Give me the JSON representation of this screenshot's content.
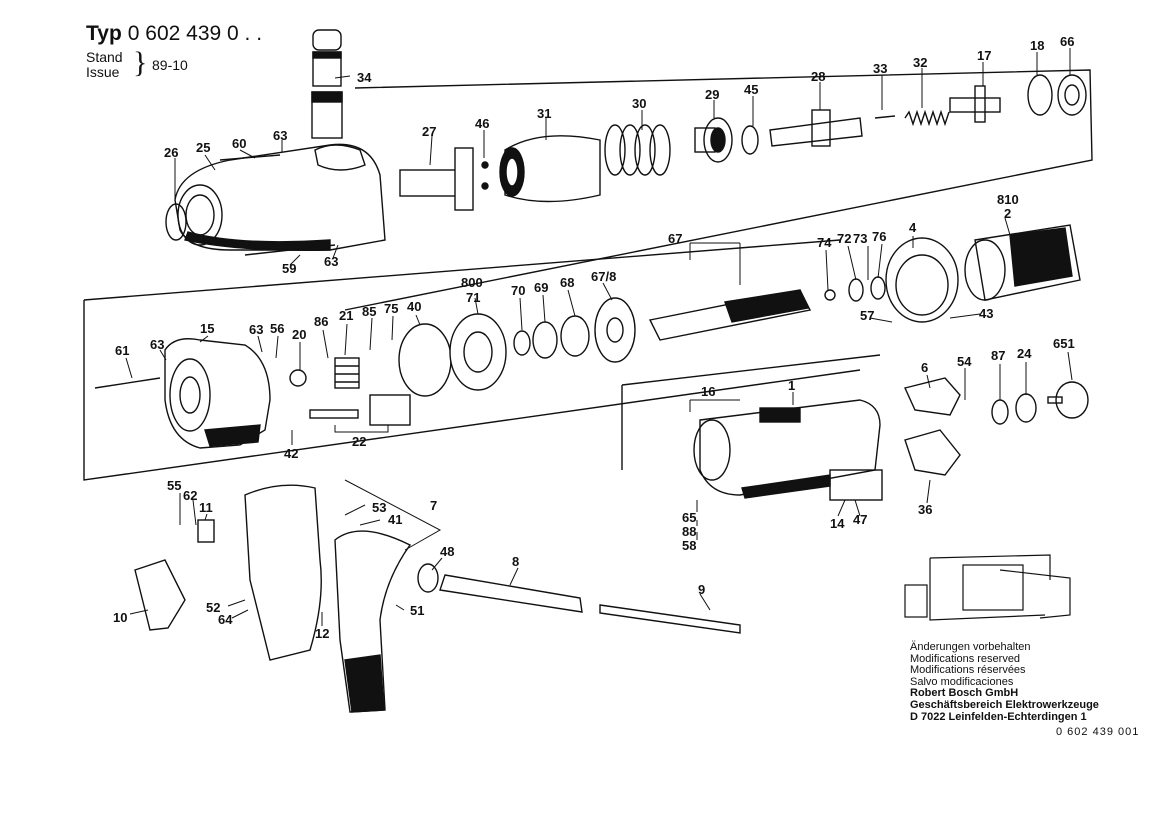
{
  "header": {
    "typ_label": "Typ",
    "model_code": "0 602 439 0 . .",
    "stand_label": "Stand",
    "issue_label": "Issue",
    "revision": "89-10"
  },
  "part_labels": {
    "p34": "34",
    "p26": "26",
    "p25": "25",
    "p60": "60",
    "p63a": "63",
    "p59": "59",
    "p63b": "63",
    "p27": "27",
    "p46": "46",
    "p31": "31",
    "p30": "30",
    "p29": "29",
    "p45": "45",
    "p28": "28",
    "p33": "33",
    "p32": "32",
    "p17": "17",
    "p18": "18",
    "p66": "66",
    "p810": "810",
    "p2": "2",
    "p4": "4",
    "p74": "74",
    "p72": "72",
    "p73": "73",
    "p76": "76",
    "p67": "67",
    "p678": "67/8",
    "p68": "68",
    "p69": "69",
    "p70": "70",
    "p800": "800",
    "p71": "71",
    "p57": "57",
    "p43": "43",
    "p15": "15",
    "p61": "61",
    "p63c": "63",
    "p63d": "63",
    "p56": "56",
    "p20": "20",
    "p86": "86",
    "p21": "21",
    "p85": "85",
    "p75": "75",
    "p40": "40",
    "p22": "22",
    "p42": "42",
    "p6": "6",
    "p54": "54",
    "p87": "87",
    "p24": "24",
    "p651": "651",
    "p1": "1",
    "p16": "16",
    "p65": "65",
    "p88": "88",
    "p58": "58",
    "p14": "14",
    "p47": "47",
    "p36": "36",
    "p55": "55",
    "p62": "62",
    "p11": "11",
    "p10": "10",
    "p52": "52",
    "p64": "64",
    "p12": "12",
    "p7": "7",
    "p53": "53",
    "p41": "41",
    "p48": "48",
    "p51": "51",
    "p8": "8",
    "p9": "9"
  },
  "notes": {
    "line1": "Änderungen vorbehalten",
    "line2": "Modifications reserved",
    "line3": "Modifications réservées",
    "line4": "Salvo modificaciones",
    "company1": "Robert Bosch GmbH",
    "company2": "Geschäftsbereich Elektrowerkzeuge",
    "company3": "D 7022 Leinfelden-Echterdingen 1"
  },
  "doc_number": "0 602 439 001",
  "colors": {
    "ink": "#111111",
    "paper": "#ffffff"
  }
}
